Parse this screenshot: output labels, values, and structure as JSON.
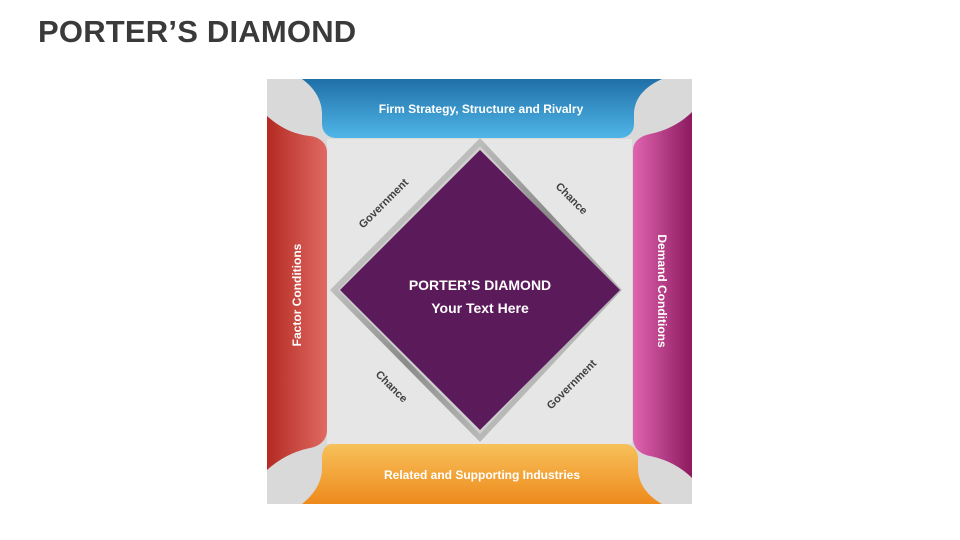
{
  "title": "PORTER’S DIAMOND",
  "diagram": {
    "top_bar": "Firm Strategy, Structure and Rivalry",
    "left_bar": "Factor Conditions",
    "right_bar": "Demand Conditions",
    "bottom_bar": "Related and Supporting Industries",
    "center_title": "PORTER’S DIAMOND",
    "center_text": "Your Text Here",
    "edge_top_left": "Government",
    "edge_top_right": "Chance",
    "edge_bottom_left": "Chance",
    "edge_bottom_right": "Government"
  },
  "colors": {
    "top_bar": "#2f8fc4",
    "left_bar": "#c8362d",
    "right_bar": "#c42f86",
    "bottom_bar": "#f0a030",
    "center": "#5b1a5a",
    "panel": "#d9d9d9"
  }
}
